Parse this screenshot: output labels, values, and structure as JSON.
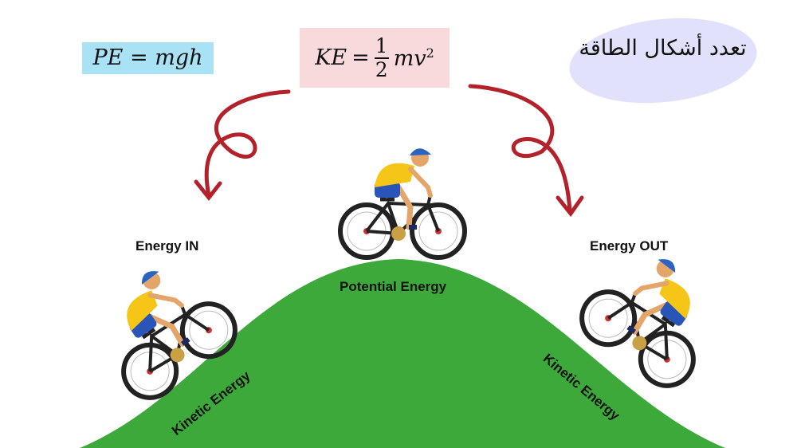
{
  "formulas": {
    "potential": {
      "lhs": "PE",
      "eq": "=",
      "rhs": "mgh"
    },
    "kinetic": {
      "lhs": "KE",
      "eq": "=",
      "num": "1",
      "den": "2",
      "rhs": "mv",
      "exp": "2"
    }
  },
  "title_arabic": "تعدد أشكال الطاقة",
  "labels": {
    "energy_in": "Energy IN",
    "energy_out": "Energy OUT",
    "potential": "Potential Energy",
    "kinetic_left": "Kinetic Energy",
    "kinetic_right": "Kinetic Energy"
  },
  "colors": {
    "hill": "#3da93a",
    "arrow": "#b3222b",
    "pe_bg": "#a9e2f5",
    "ke_bg": "#f8d9dc",
    "blob": "#e1e1fb",
    "jersey": "#f5c518",
    "shorts": "#2a55b8"
  }
}
